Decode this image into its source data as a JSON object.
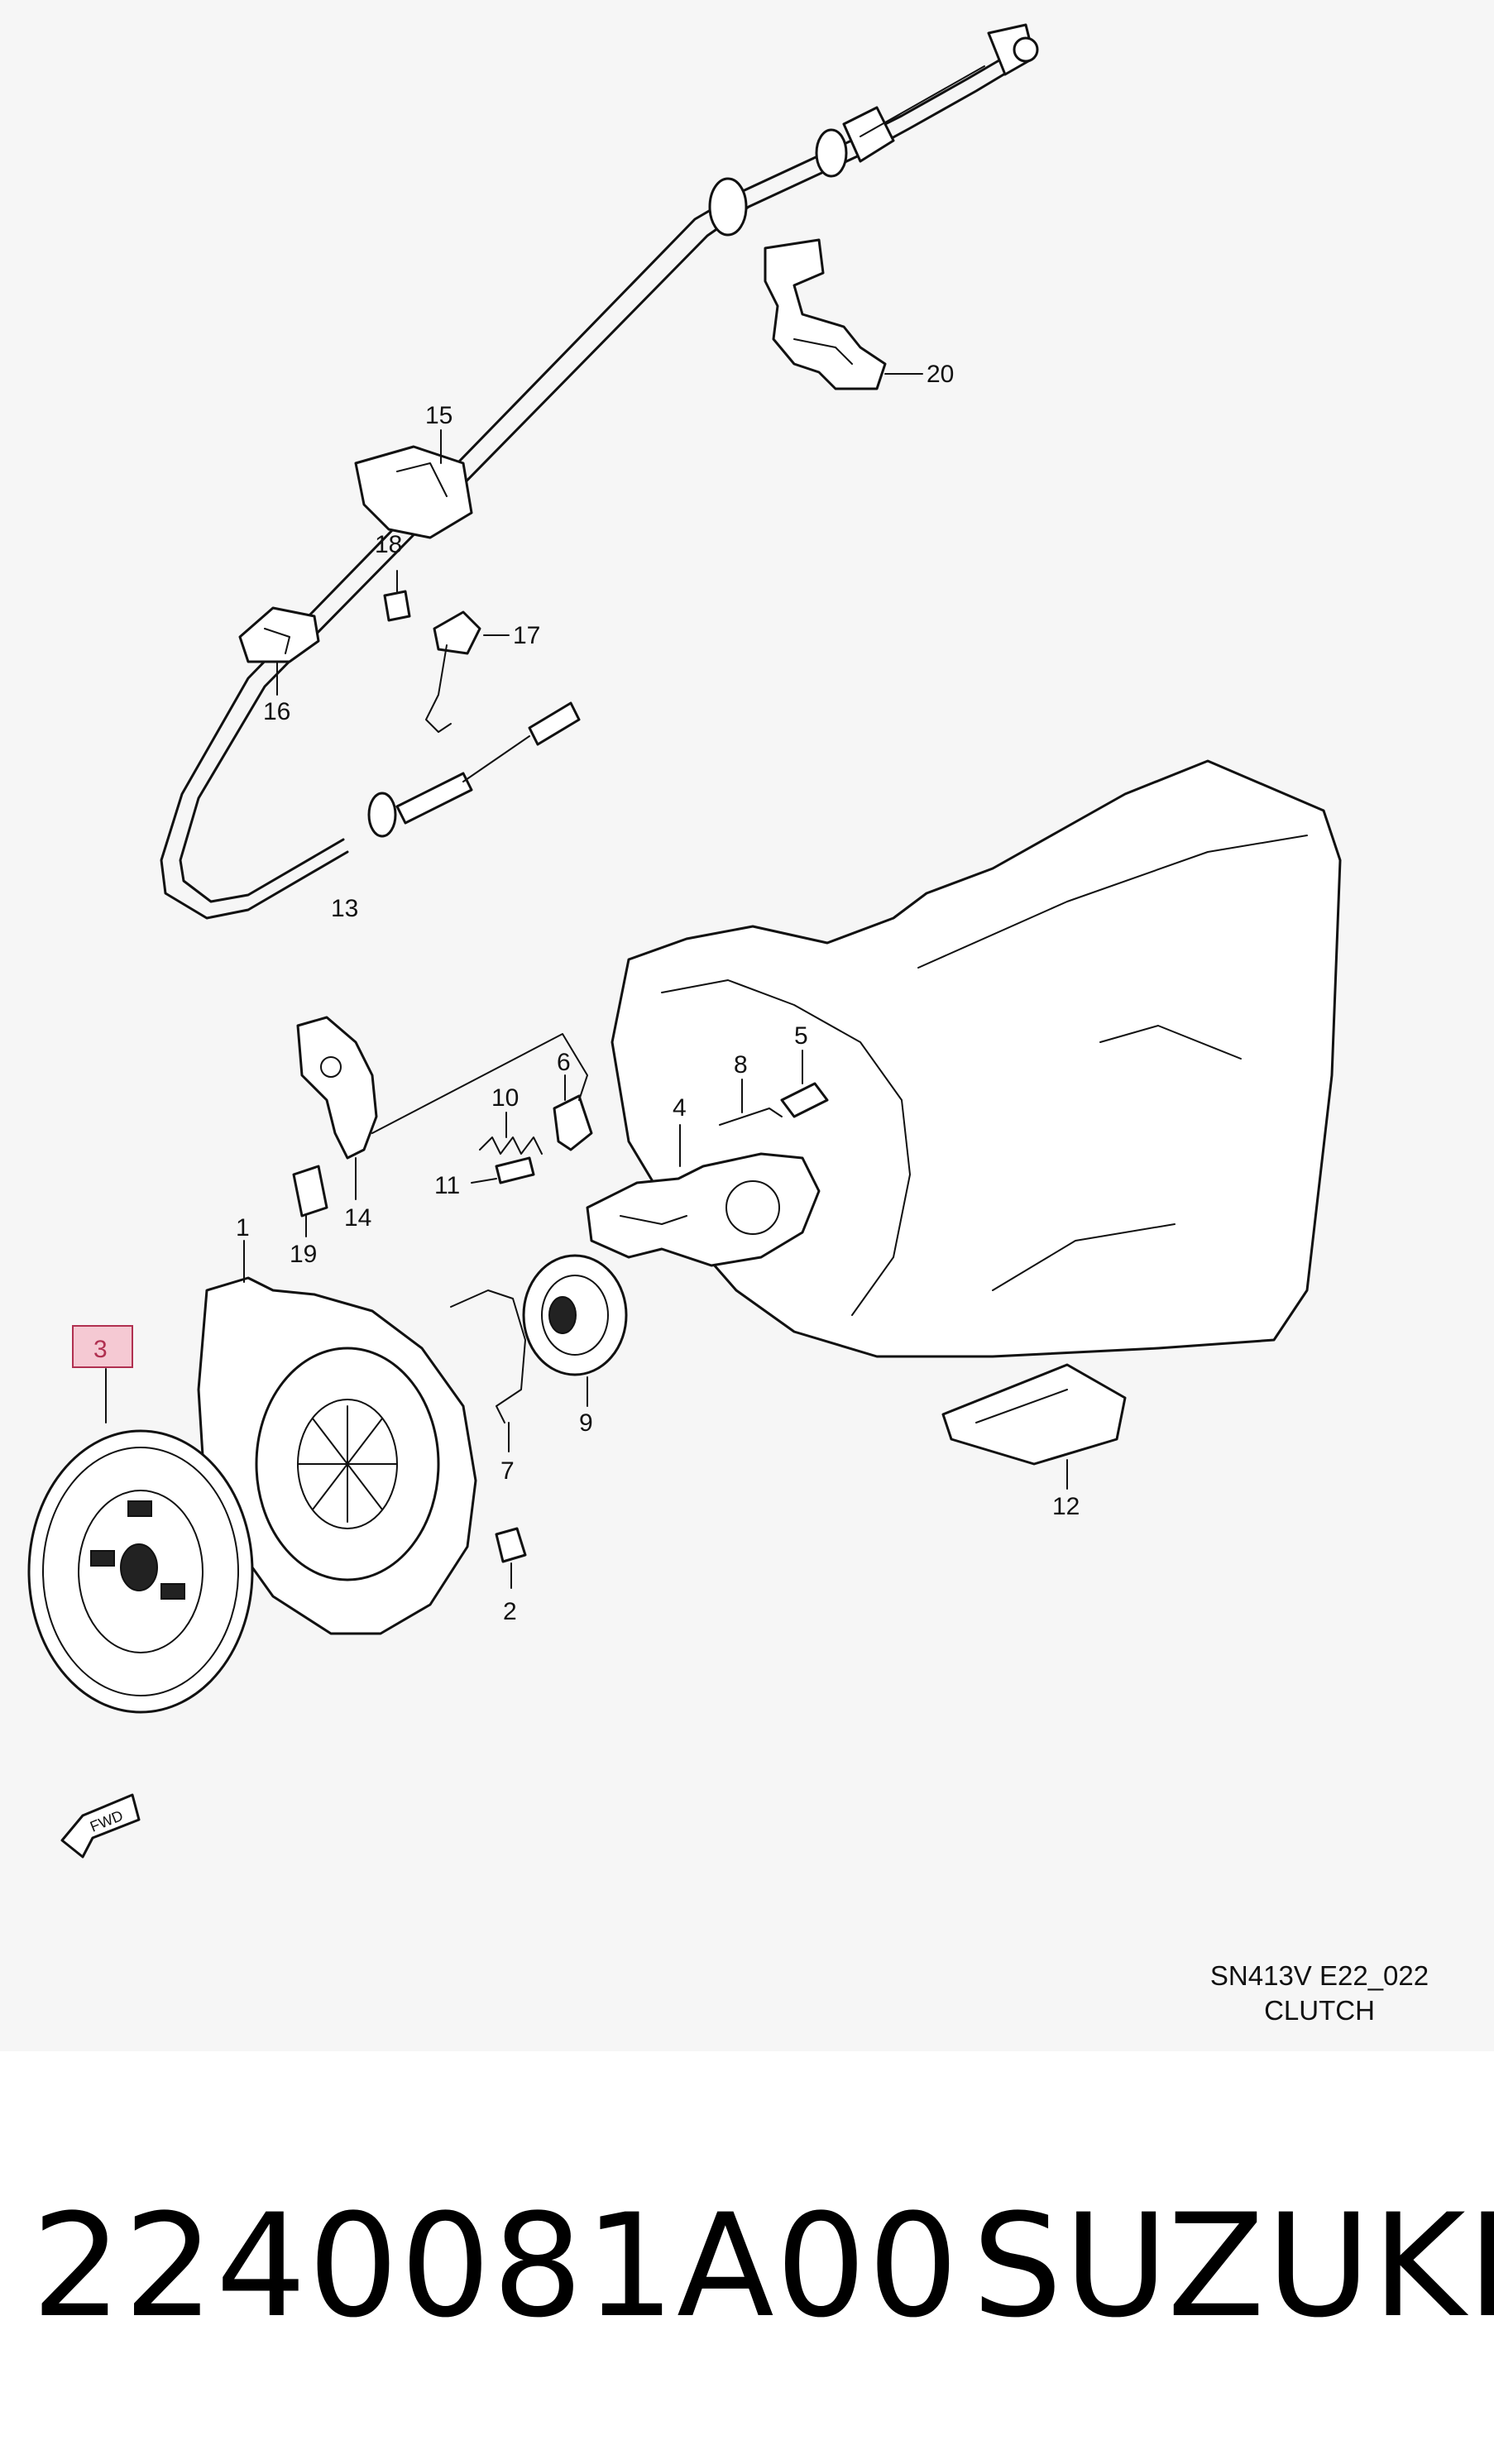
{
  "diagram": {
    "callouts": {
      "c1": "1",
      "c2": "2",
      "c3": "3",
      "c4": "4",
      "c5": "5",
      "c6": "6",
      "c7": "7",
      "c8": "8",
      "c9": "9",
      "c10": "10",
      "c11": "11",
      "c12": "12",
      "c13": "13",
      "c14": "14",
      "c15": "15",
      "c16": "16",
      "c17": "17",
      "c18": "18",
      "c19": "19",
      "c20": "20"
    },
    "highlighted_callout": "3",
    "highlight_color": "#f5c9d3",
    "fwd_label": "FWD"
  },
  "reference": {
    "code": "SN413V E22_022",
    "section": "CLUTCH"
  },
  "footer": {
    "part_number": "2240081A00",
    "brand": "SUZUKI"
  }
}
